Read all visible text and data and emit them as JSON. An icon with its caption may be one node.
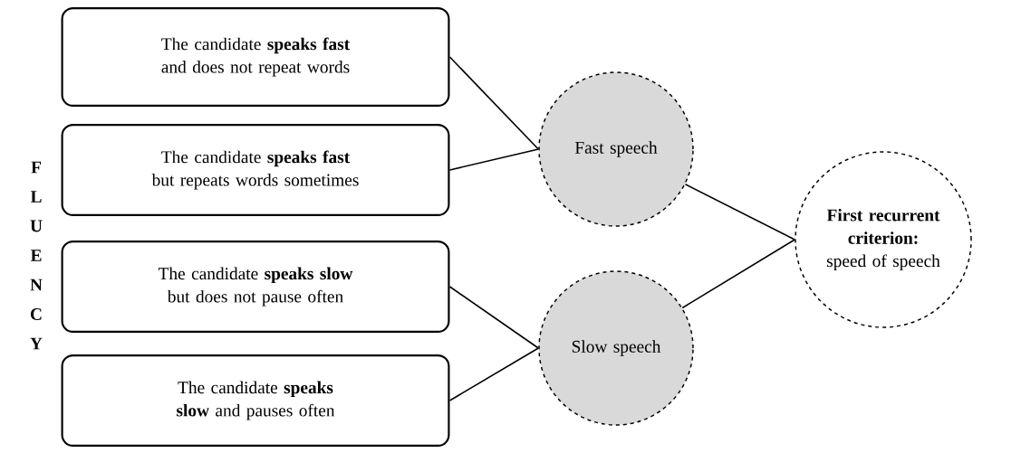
{
  "diagram": {
    "nodes": [
      {
        "text": [
          "The candidate **speaks fast** and does not repeat words"
        ]
      },
      {
        "text": [
          "The candidate **speaks fast** but repeats words sometimes"
        ]
      },
      {
        "text": [
          "The candidate **speaks slow** but does not pause often"
        ]
      },
      {
        "text": [
          "The candidate **speaks slow** and pauses often"
        ]
      },
      {
        "text": [
          "Fast speech"
        ]
      },
      {
        "text": [
          "Slow speech"
        ]
      },
      {
        "text": [
          "**First recurrent criterion:** speed of speech"
        ]
      }
    ],
    "edges": [
      {
        "from": 0,
        "to": 4,
        "arrow": "none"
      },
      {
        "from": 1,
        "to": 4,
        "arrow": "none"
      },
      {
        "from": 2,
        "to": 5,
        "arrow": "none"
      },
      {
        "from": 3,
        "to": 5,
        "arrow": "none"
      },
      {
        "from": 4,
        "to": 6,
        "arrow": "none"
      },
      {
        "from": 5,
        "to": 6,
        "arrow": "none"
      }
    ],
    "labels": [
      "F",
      "L",
      "U",
      "E",
      "N",
      "C",
      "Y"
    ]
  }
}
